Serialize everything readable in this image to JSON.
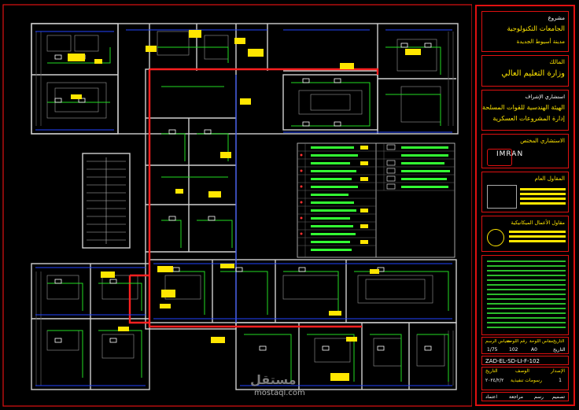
{
  "title_block": {
    "project_label": "مشروع",
    "project_name": "الجامعات التكنولوجية",
    "project_location": "مدينة أسيوط الجديدة",
    "owner_label": "المالك",
    "owner_name": "وزارة التعليم العالي",
    "supervisor_label": "استشاري الإشراف",
    "supervisor_line1": "الهيئة الهندسية للقوات المسلحة",
    "supervisor_line2": "إدارة المشروعات العسكرية",
    "consultant_label": "الاستشاري المختص",
    "consultant_logo_text": "IMRAN",
    "general_contractor_label": "المقاول العام",
    "subcontractor_label": "مقاول الأعمال الميكانيكية",
    "drawing_info": {
      "headers": [
        "مقياس الرسم",
        "رقم اللوحة",
        "مقاس اللوحة",
        "التاريخ"
      ],
      "values": [
        "1/75",
        "102",
        "A0",
        "التاريخ"
      ]
    },
    "drawing_code": "ZAD-EL-SD-LI-F-102",
    "revisions_header": [
      "الإصدار",
      "الوصف",
      "التاريخ"
    ],
    "revisions": [
      {
        "rev": "1",
        "desc": "رسومات تنفيذية",
        "date": "٢٠٢٤/٢/٢"
      }
    ],
    "signatures": [
      "تصميم",
      "رسم",
      "مراجعة",
      "اعتماد"
    ]
  },
  "watermark": {
    "arabic": "مستقل",
    "latin": "mostaql.com"
  },
  "colors": {
    "frame": "#e01010",
    "walls": "#d0d0d0",
    "circuit_green": "#22dd22",
    "circuit_blue": "#2244ff",
    "tag_yellow": "#ffe600",
    "legend_green": "#33ff33"
  }
}
